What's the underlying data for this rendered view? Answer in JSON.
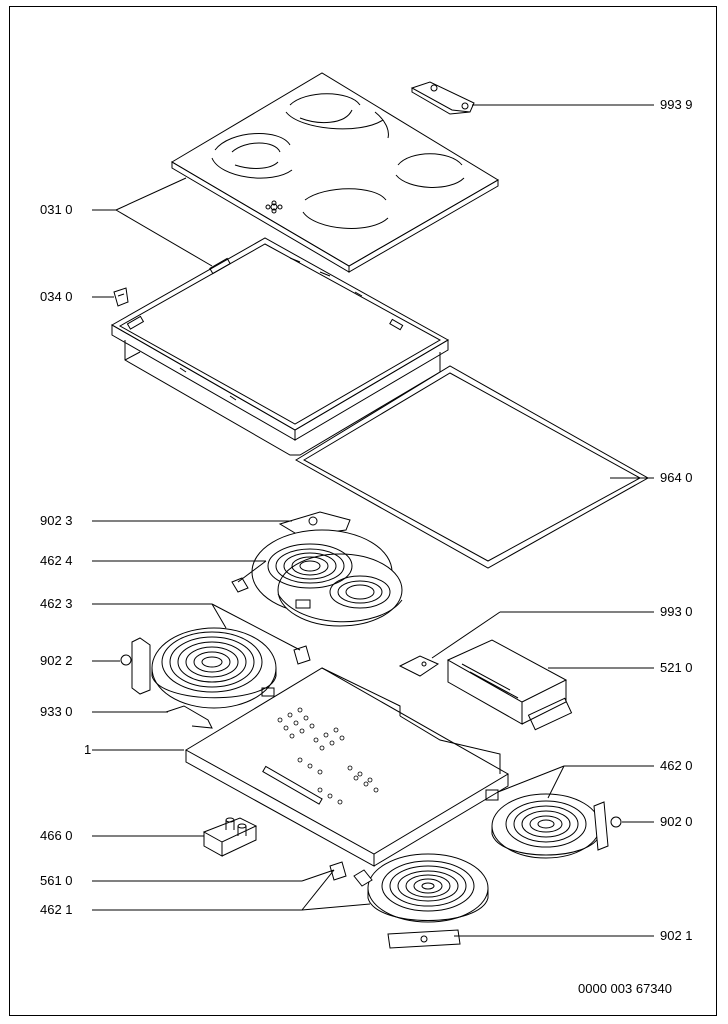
{
  "labels_left": [
    {
      "id": "031-0",
      "text": "031 0"
    },
    {
      "id": "034-0",
      "text": "034 0"
    },
    {
      "id": "902-3",
      "text": "902 3"
    },
    {
      "id": "462-4",
      "text": "462 4"
    },
    {
      "id": "462-3",
      "text": "462 3"
    },
    {
      "id": "902-2",
      "text": "902 2"
    },
    {
      "id": "933-0",
      "text": "933 0"
    },
    {
      "id": "1",
      "text": "1"
    },
    {
      "id": "466-0",
      "text": "466 0"
    },
    {
      "id": "561-0",
      "text": "561 0"
    },
    {
      "id": "462-1",
      "text": "462 1"
    }
  ],
  "labels_right": [
    {
      "id": "993-9",
      "text": "993 9"
    },
    {
      "id": "964-0",
      "text": "964 0"
    },
    {
      "id": "993-0",
      "text": "993 0"
    },
    {
      "id": "521-0",
      "text": "521 0"
    },
    {
      "id": "462-0",
      "text": "462 0"
    },
    {
      "id": "902-0",
      "text": "902 0"
    },
    {
      "id": "902-1",
      "text": "902 1"
    }
  ],
  "document_number": "0000 003 67340"
}
